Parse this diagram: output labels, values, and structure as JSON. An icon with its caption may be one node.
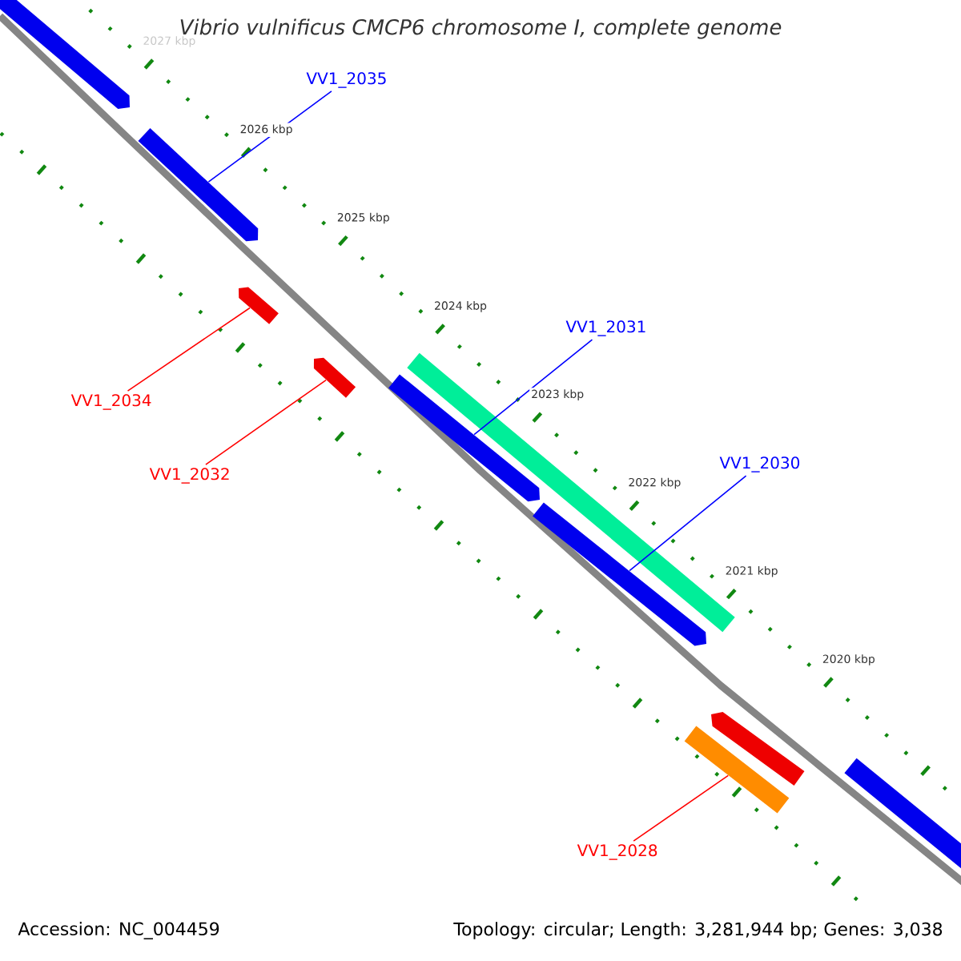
{
  "diagram": {
    "title": "Vibrio vulnificus CMCP6 chromosome I, complete genome",
    "nodes": [
      {
        "text": [],
        "shape": "box"
      },
      {
        "text": [],
        "shape": "box"
      },
      {
        "text": [],
        "shape": "box"
      },
      {
        "text": [],
        "shape": "box"
      },
      {
        "text": [],
        "shape": "bar"
      },
      {
        "text": [],
        "shape": "box"
      },
      {
        "text": [],
        "shape": "box"
      },
      {
        "text": [],
        "shape": "box"
      },
      {
        "text": [],
        "shape": "bar"
      },
      {
        "text": [],
        "shape": "box"
      },
      {
        "text": [
          "VV1_2035"
        ]
      },
      {
        "text": [
          "VV1_2034"
        ]
      },
      {
        "text": [
          "VV1_2032"
        ]
      },
      {
        "text": [
          "VV1_2031"
        ]
      },
      {
        "text": [
          "VV1_2030"
        ]
      },
      {
        "text": [
          "VV1_2028"
        ]
      }
    ],
    "edges": [
      {
        "from": 10,
        "to": 1,
        "arrow": "none"
      },
      {
        "from": 11,
        "to": 2,
        "arrow": "none",
        "color": "#ff0000"
      },
      {
        "from": 12,
        "to": 3,
        "arrow": "none",
        "color": "#ff0000"
      },
      {
        "from": 13,
        "to": 5,
        "arrow": "none"
      },
      {
        "from": 14,
        "to": 6,
        "arrow": "none"
      },
      {
        "from": 15,
        "to": 8,
        "arrow": "none",
        "color": "#ff0000"
      }
    ],
    "labels": [
      "2027 kbp",
      "2026 kbp",
      "2025 kbp",
      "2024 kbp",
      "2023 kbp",
      "2022 kbp",
      "2021 kbp",
      "2020 kbp",
      "Accession: NC_004459",
      "Topology: circular; Length: 3,281,944 bp; Genes: 3,038"
    ]
  }
}
